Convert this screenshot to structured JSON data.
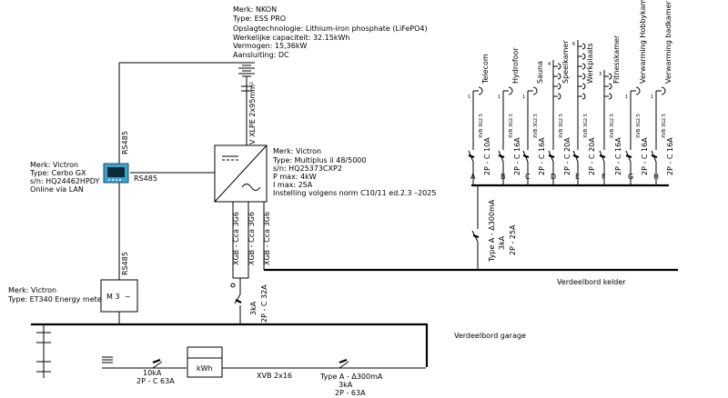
{
  "battery": {
    "lines": [
      "Merk: NKON",
      "Type: ESS PRO",
      "   Opslagtechnologie: Lithium-iron phosphate (LiFePO4)",
      "Werkelijke capaciteit: 32.15kWh",
      "Vermogen: 15,36kW",
      "Aansluiting: DC"
    ],
    "cable": "EV XLPE 2x95mm²"
  },
  "inverter": {
    "lines": [
      "Merk: Victron",
      "Type: Multiplus ii 48/5000",
      "s/n: HQ25373CXP2",
      "P max: 4kW",
      "I max: 25A",
      "   Instelling volgens norm C10/11 ed.2.3 –2025"
    ],
    "cables": [
      "XGB - Cca 3G6",
      "XGB - Cca 3G6",
      "XGB - Cca 3G6"
    ]
  },
  "cerbo": {
    "lines": [
      "Merk: Victron",
      "Type: Cerbo GX",
      "s/n: HQ24462HPDY",
      "Online via LAN"
    ],
    "rs485_right": "RS485",
    "rs485_top": "RS485",
    "rs485_bottom": "RS485"
  },
  "meter": {
    "lines": [
      "Merk: Victron",
      "Type: ET340 Energy meter"
    ],
    "symbol": "M 3",
    "wave": "~"
  },
  "inverter_breaker": {
    "lines": [
      "3kA",
      "2P - C 32A"
    ]
  },
  "kelder_main": {
    "lines": [
      "Type A - Δ300mA",
      "3kA",
      "2P - 25A"
    ]
  },
  "kelder": {
    "label": "Verdeelbord kelder"
  },
  "garage": {
    "label": "Verdeelbord garage"
  },
  "main_breaker": {
    "lines": [
      "10kA",
      "2P - C 63A"
    ]
  },
  "kwh": {
    "label": "kWh"
  },
  "supply_cable": {
    "label": "XVB 2x16"
  },
  "garage_rcd": {
    "lines": [
      "Type A - Δ300mA",
      "3kA",
      "2P - 63A"
    ]
  },
  "circuits": [
    {
      "letter": "A",
      "rating": "2P - C 10A",
      "cable": "XVB 3G2.5",
      "load": "Telecom",
      "kind": "outlet"
    },
    {
      "letter": "B",
      "rating": "2P - C 16A",
      "cable": "XVB 3G2.5",
      "load": "Hydrofoor",
      "kind": "outlet"
    },
    {
      "letter": "C",
      "rating": "2P - C 16A",
      "cable": "XVB 3G2.5",
      "load": "Sauna",
      "kind": "outlet"
    },
    {
      "letter": "D",
      "rating": "2P - C 20A",
      "cable": "XVB 3G2.5",
      "load": "Speelkamer",
      "kind": "multi",
      "count": "4"
    },
    {
      "letter": "E",
      "rating": "2P - C 20A",
      "cable": "XVB 3G2.5",
      "load": "Werkplaats",
      "kind": "multi",
      "count": "6"
    },
    {
      "letter": "F",
      "rating": "2P - C 16A",
      "cable": "XVB 3G2.5",
      "load": "Fitnesskamer",
      "kind": "multi",
      "count": "3"
    },
    {
      "letter": "G",
      "rating": "2P - C 16A",
      "cable": "XVB 3G2.5",
      "load": "Verwarming Hobbykamer",
      "kind": "outlet"
    },
    {
      "letter": "H",
      "rating": "2P - C 16A",
      "cable": "XVB 3G2.5",
      "load": "Verwarming badkamer",
      "kind": "outlet"
    }
  ]
}
